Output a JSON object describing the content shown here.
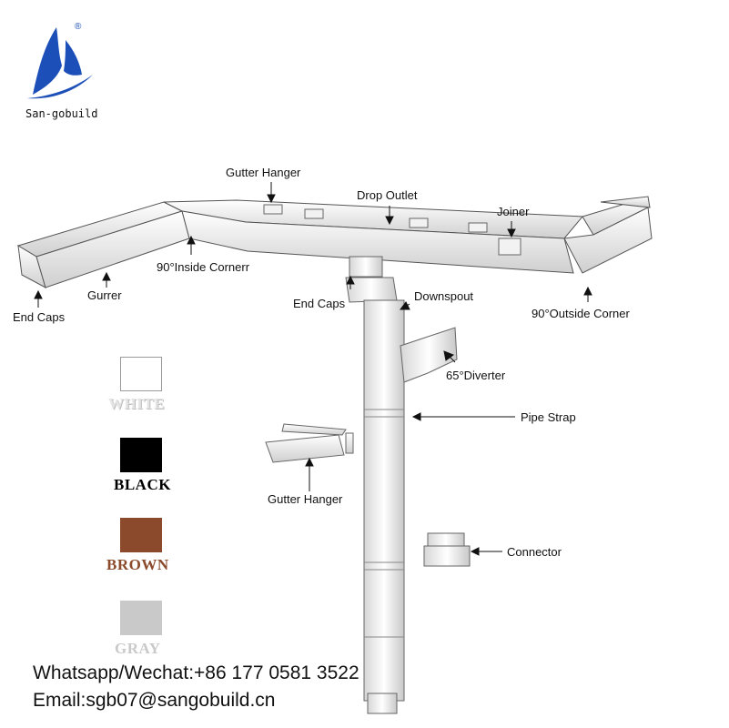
{
  "brand": {
    "name": "San-gobuild",
    "registered_mark": "®",
    "accent": "#1d4fb8"
  },
  "labels": {
    "gutter_hanger_top": "Gutter Hanger",
    "drop_outlet": "Drop Outlet",
    "joiner": "Joiner",
    "inside_corner": "90°Inside Cornerr",
    "gurrer": "Gurrer",
    "end_caps_left": "End Caps",
    "end_caps_mid": "End Caps",
    "downspout": "Downspout",
    "outside_corner": "90°Outside Corner",
    "diverter": "65°Diverter",
    "pipe_strap": "Pipe Strap",
    "gutter_hanger_bottom": "Gutter Hanger",
    "connector": "Connector"
  },
  "colors": [
    {
      "name": "WHITE",
      "swatch": "#ffffff",
      "text": "#e4e4e4"
    },
    {
      "name": "BLACK",
      "swatch": "#000000",
      "text": "#000000"
    },
    {
      "name": "BROWN",
      "swatch": "#8b4a2b",
      "text": "#8b4a2b"
    },
    {
      "name": "GRAY",
      "swatch": "#c9c9c9",
      "text": "#c9c9c9"
    }
  ],
  "contact": {
    "whatsapp": "Whatsapp/Wechat:+86 177 0581 3522",
    "email": "Email:sgb07@sangobuild.cn"
  }
}
